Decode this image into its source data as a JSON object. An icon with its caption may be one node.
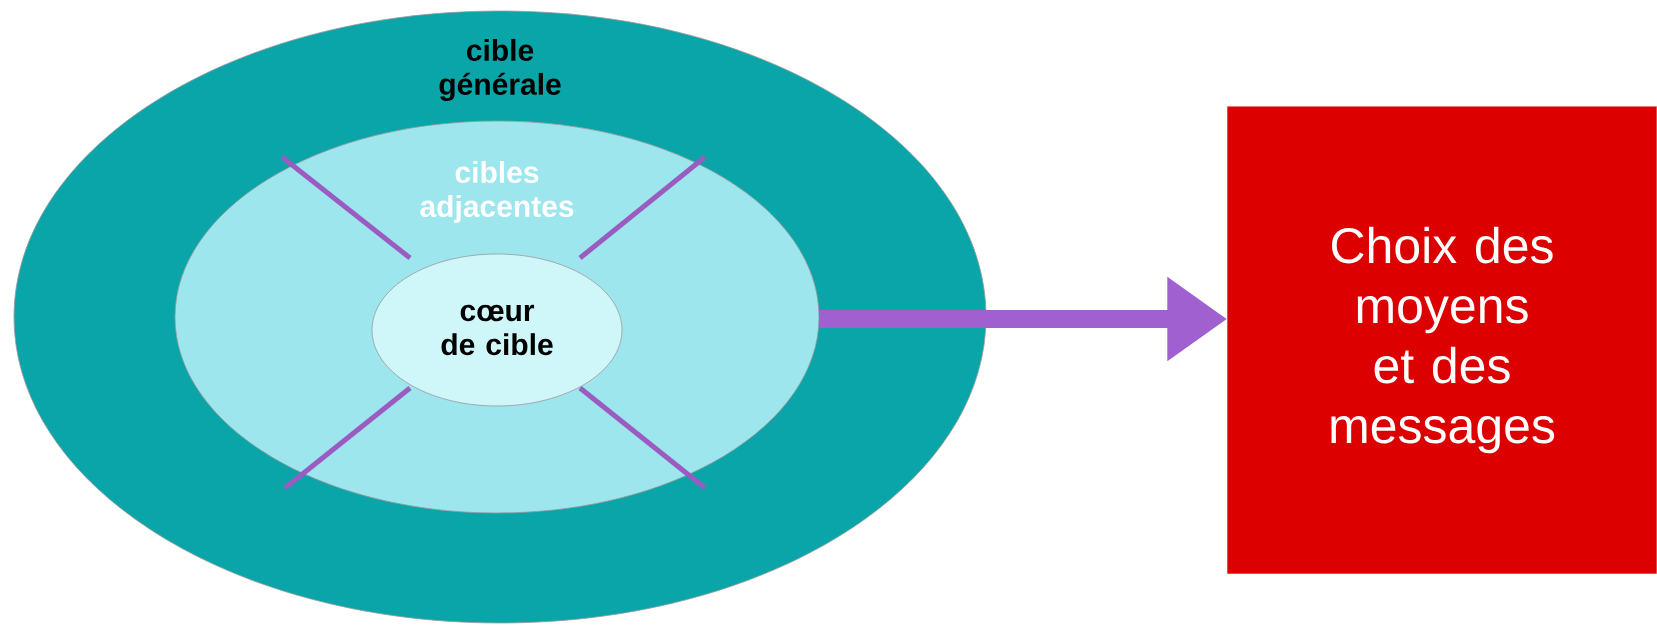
{
  "diagram": {
    "nodes": [
      {
        "text": [
          "cible générale"
        ]
      },
      {
        "text": [
          "cibles adjacentes"
        ],
        "in": 0
      },
      {
        "text": [
          "cœur de cible"
        ],
        "in": 1
      },
      {
        "text": [
          "Choix des moyens et des messages"
        ]
      }
    ],
    "edges": [
      {
        "from": 1,
        "to": 3,
        "arrow": "to"
      }
    ]
  }
}
